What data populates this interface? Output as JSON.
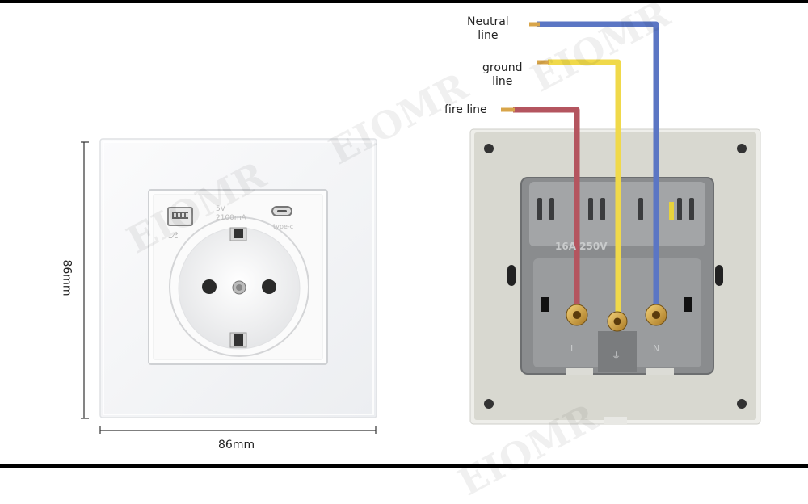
{
  "dimensions": {
    "width_label": "86mm",
    "height_label": "86mm"
  },
  "socket_front": {
    "usb_a_label_line1": "5V",
    "usb_a_label_line2": "2100mA",
    "usb_c_label": "type-c",
    "usb_symbol": "usb-icon"
  },
  "socket_back": {
    "rating_label": "16A 250V",
    "terminal_left": "L",
    "terminal_mid": "⏚",
    "terminal_right": "N"
  },
  "wires": {
    "neutral": {
      "line1": "Neutral",
      "line2": "line",
      "color": "#5b76c4"
    },
    "ground": {
      "line1": "ground",
      "line2": "line",
      "color": "#f0d94a"
    },
    "fire": {
      "line1": "fire line",
      "color": "#b4555f"
    }
  },
  "watermark_text": "EIOMR",
  "colors": {
    "glass": "#f5f5f7",
    "back_plate": "#d7d7cf",
    "mechanism": "#8d8f90"
  }
}
